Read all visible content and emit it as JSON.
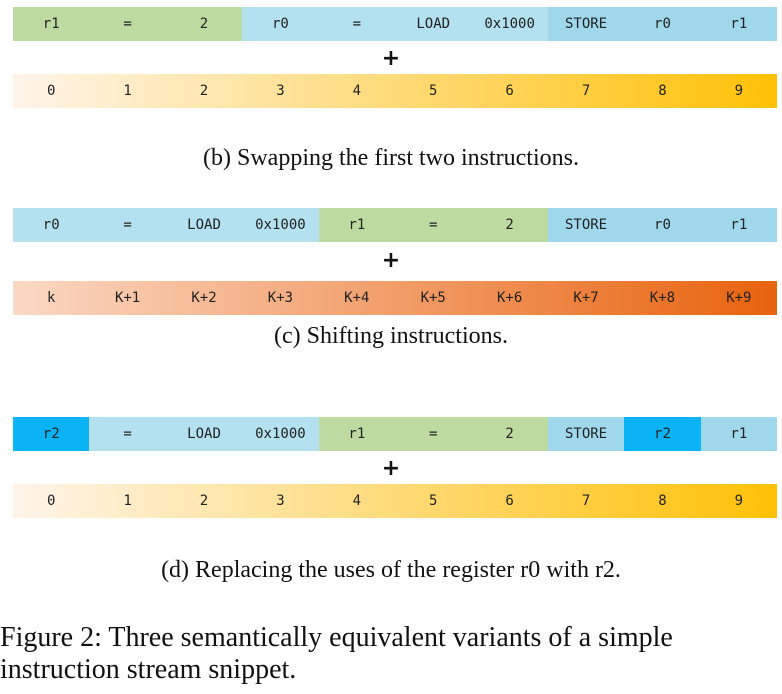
{
  "colors": {
    "green": "#bddba0",
    "light_blue": "#b4e1ef",
    "mid_blue": "#9fd7eb",
    "bright_blue": "#0ab3f5",
    "position_light_start": "#fff4ea",
    "position_light_end": "#ffc107",
    "position_dark_start": "#fbd8c4",
    "position_dark_end": "#e8630e"
  },
  "plus_symbol": "+",
  "panels": [
    {
      "id": "b",
      "instruction_cells": [
        {
          "text": "r1",
          "color": "#bddba0"
        },
        {
          "text": "=",
          "color": "#bddba0"
        },
        {
          "text": "2",
          "color": "#bddba0"
        },
        {
          "text": "r0",
          "color": "#b4e1ef"
        },
        {
          "text": "=",
          "color": "#b4e1ef"
        },
        {
          "text": "LOAD",
          "color": "#b4e1ef"
        },
        {
          "text": "0x1000",
          "color": "#b4e1ef"
        },
        {
          "text": "STORE",
          "color": "#9fd7eb"
        },
        {
          "text": "r0",
          "color": "#9fd7eb"
        },
        {
          "text": "r1",
          "color": "#9fd7eb"
        }
      ],
      "position_cells": [
        "0",
        "1",
        "2",
        "3",
        "4",
        "5",
        "6",
        "7",
        "8",
        "9"
      ],
      "position_gradient": [
        "#fff4ea",
        "#ffc107"
      ],
      "caption": "(b) Swapping the first two instructions."
    },
    {
      "id": "c",
      "instruction_cells": [
        {
          "text": "r0",
          "color": "#b4e1ef"
        },
        {
          "text": "=",
          "color": "#b4e1ef"
        },
        {
          "text": "LOAD",
          "color": "#b4e1ef"
        },
        {
          "text": "0x1000",
          "color": "#b4e1ef"
        },
        {
          "text": "r1",
          "color": "#bddba0"
        },
        {
          "text": "=",
          "color": "#bddba0"
        },
        {
          "text": "2",
          "color": "#bddba0"
        },
        {
          "text": "STORE",
          "color": "#9fd7eb"
        },
        {
          "text": "r0",
          "color": "#9fd7eb"
        },
        {
          "text": "r1",
          "color": "#9fd7eb"
        }
      ],
      "position_cells": [
        "k",
        "K+1",
        "K+2",
        "K+3",
        "K+4",
        "K+5",
        "K+6",
        "K+7",
        "K+8",
        "K+9"
      ],
      "position_gradient": [
        "#fbd8c4",
        "#e8630e"
      ],
      "caption": "(c) Shifting instructions."
    },
    {
      "id": "d",
      "instruction_cells": [
        {
          "text": "r2",
          "color": "#0ab3f5"
        },
        {
          "text": "=",
          "color": "#b4e1ef"
        },
        {
          "text": "LOAD",
          "color": "#b4e1ef"
        },
        {
          "text": "0x1000",
          "color": "#b4e1ef"
        },
        {
          "text": "r1",
          "color": "#bddba0"
        },
        {
          "text": "=",
          "color": "#bddba0"
        },
        {
          "text": "2",
          "color": "#bddba0"
        },
        {
          "text": "STORE",
          "color": "#9fd7eb"
        },
        {
          "text": "r2",
          "color": "#0ab3f5"
        },
        {
          "text": "r1",
          "color": "#9fd7eb"
        }
      ],
      "position_cells": [
        "0",
        "1",
        "2",
        "3",
        "4",
        "5",
        "6",
        "7",
        "8",
        "9"
      ],
      "position_gradient": [
        "#fff4ea",
        "#ffc107"
      ],
      "caption": "(d) Replacing the uses of the register r0 with r2."
    }
  ],
  "figure_caption": "Figure 2: Three semantically equivalent variants of a simple instruction stream snippet."
}
